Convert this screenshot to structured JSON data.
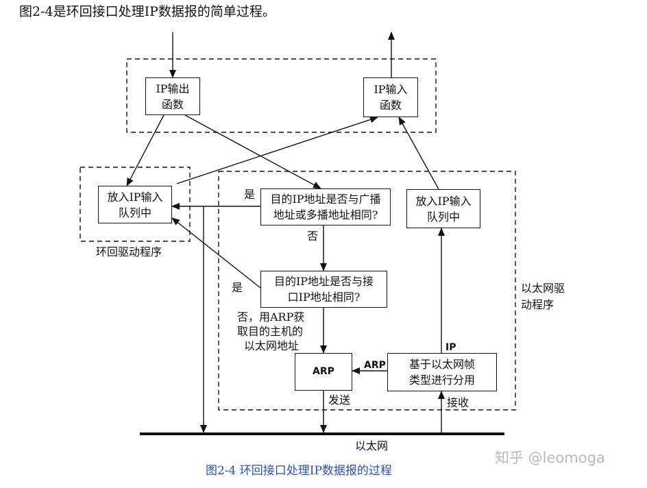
{
  "heading": "图2-4是环回接口处理IP数据报的简单过程。",
  "groups": {
    "loopback_driver": "环回驱动程序",
    "ethernet_driver_line1": "以太网驱",
    "ethernet_driver_line2": "动程序"
  },
  "boxes": {
    "ip_output": [
      "IP输出",
      "函数"
    ],
    "ip_input": [
      "IP输入",
      "函数"
    ],
    "loop_queue": [
      "放入IP输入",
      "队列中"
    ],
    "eth_queue": [
      "放入IP输入",
      "队列中"
    ],
    "broadcast_check": [
      "目的IP地址是否与广播",
      "地址或多播地址相同?"
    ],
    "interface_check": [
      "目的IP地址是否与接",
      "口IP地址相同?"
    ],
    "arp": "ARP",
    "demux": [
      "基于以太网帧",
      "类型进行分用"
    ]
  },
  "edge_labels": {
    "yes_broadcast": "是",
    "no_broadcast": "否",
    "yes_interface": "是",
    "no_arp_1": "否，用ARP获",
    "no_arp_2": "取目的主机的",
    "no_arp_3": "以太网地址",
    "arp_edge": "ARP",
    "ip_edge": "IP",
    "send": "发送",
    "receive": "接收",
    "ethernet": "以太网"
  },
  "caption": "图2-4   环回接口处理IP数据报的过程",
  "watermark": "知乎 @leomoga"
}
